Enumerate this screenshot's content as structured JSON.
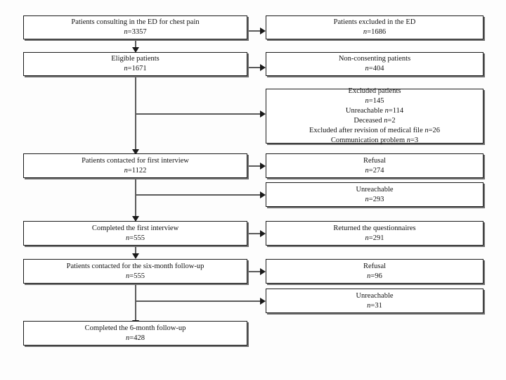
{
  "diagram": {
    "type": "flowchart",
    "title": "Patient flow diagram",
    "colors": {
      "background": "#fdfdfd",
      "box_fill": "#ffffff",
      "box_border": "#1a1a1a",
      "box_shadow": "#6e6e6e",
      "connector": "#5a5a5a",
      "arrowhead": "#1a1a1a",
      "text": "#121212"
    }
  },
  "nodes": {
    "n1": {
      "label": "Patients consulting in the ED for chest pain",
      "count_label": "n=3357",
      "n": 3357
    },
    "n2": {
      "label": "Patients excluded in the ED",
      "count_label": "n=1686",
      "n": 1686
    },
    "n3": {
      "label": "Eligible patients",
      "count_label": "n=1671",
      "n": 1671
    },
    "n4": {
      "label": "Non-consenting patients",
      "count_label": "n=404",
      "n": 404
    },
    "n5": {
      "label": "Excluded patients",
      "count_label": "n=145",
      "n": 145,
      "details": [
        {
          "label": "Unreachable",
          "count_label": "n=114",
          "n": 114
        },
        {
          "label": "Deceased",
          "count_label": "n=2",
          "n": 2
        },
        {
          "label": "Excluded after revision of medical file",
          "count_label": "n=26",
          "n": 26
        },
        {
          "label": "Communication problem",
          "count_label": "n=3",
          "n": 3
        }
      ]
    },
    "n6": {
      "label": "Patients contacted for first interview",
      "count_label": "n=1122",
      "n": 1122
    },
    "n7": {
      "label": "Refusal",
      "count_label": "n=274",
      "n": 274
    },
    "n8": {
      "label": "Unreachable",
      "count_label": "n=293",
      "n": 293
    },
    "n9": {
      "label": "Completed the first interview",
      "count_label": "n=555",
      "n": 555
    },
    "n10": {
      "label": "Returned the questionnaires",
      "count_label": "n=291",
      "n": 291
    },
    "n11": {
      "label": "Patients contacted for the six-month follow-up",
      "count_label": "n=555",
      "n": 555
    },
    "n12": {
      "label": "Refusal",
      "count_label": "n=96",
      "n": 96
    },
    "n13": {
      "label": "Unreachable",
      "count_label": "n=31",
      "n": 31
    },
    "n14": {
      "label": "Completed the 6-month follow-up",
      "count_label": "n=428",
      "n": 428
    }
  }
}
